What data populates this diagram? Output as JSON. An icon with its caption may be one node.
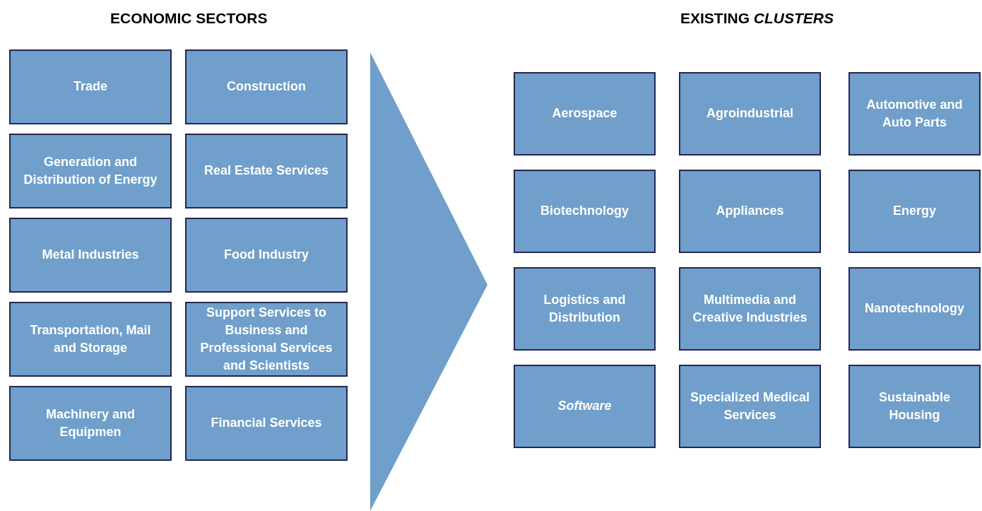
{
  "diagram": {
    "nodes": [
      {
        "text": [
          "Trade"
        ]
      },
      {
        "text": [
          "Construction"
        ]
      },
      {
        "text": [
          "Generation and Distribution of Energy"
        ]
      },
      {
        "text": [
          "Real Estate Services"
        ]
      },
      {
        "text": [
          "Metal Industries"
        ]
      },
      {
        "text": [
          "Food Industry"
        ]
      },
      {
        "text": [
          "Transportation, Mail and Storage"
        ]
      },
      {
        "text": [
          "Support Services to Business and Professional Services and Scientists"
        ]
      },
      {
        "text": [
          "Machinery and Equipmen"
        ]
      },
      {
        "text": [
          "Financial Services"
        ]
      },
      {
        "text": [
          "Aerospace"
        ]
      },
      {
        "text": [
          "Agroindustrial"
        ]
      },
      {
        "text": [
          "Automotive and Auto Parts"
        ]
      },
      {
        "text": [
          "Biotechnology"
        ]
      },
      {
        "text": [
          "Appliances"
        ]
      },
      {
        "text": [
          "Energy"
        ]
      },
      {
        "text": [
          "Logistics and Distribution"
        ]
      },
      {
        "text": [
          "Multimedia and Creative Industries"
        ]
      },
      {
        "text": [
          "Nanotechnology"
        ]
      },
      {
        "text": [
          "Software"
        ]
      },
      {
        "text": [
          "Specialized Medical Services"
        ]
      },
      {
        "text": [
          "Sustainable Housing"
        ]
      }
    ],
    "labels": [
      "ECONOMIC SECTORS",
      "EXISTING *CLUSTERS*"
    ]
  }
}
